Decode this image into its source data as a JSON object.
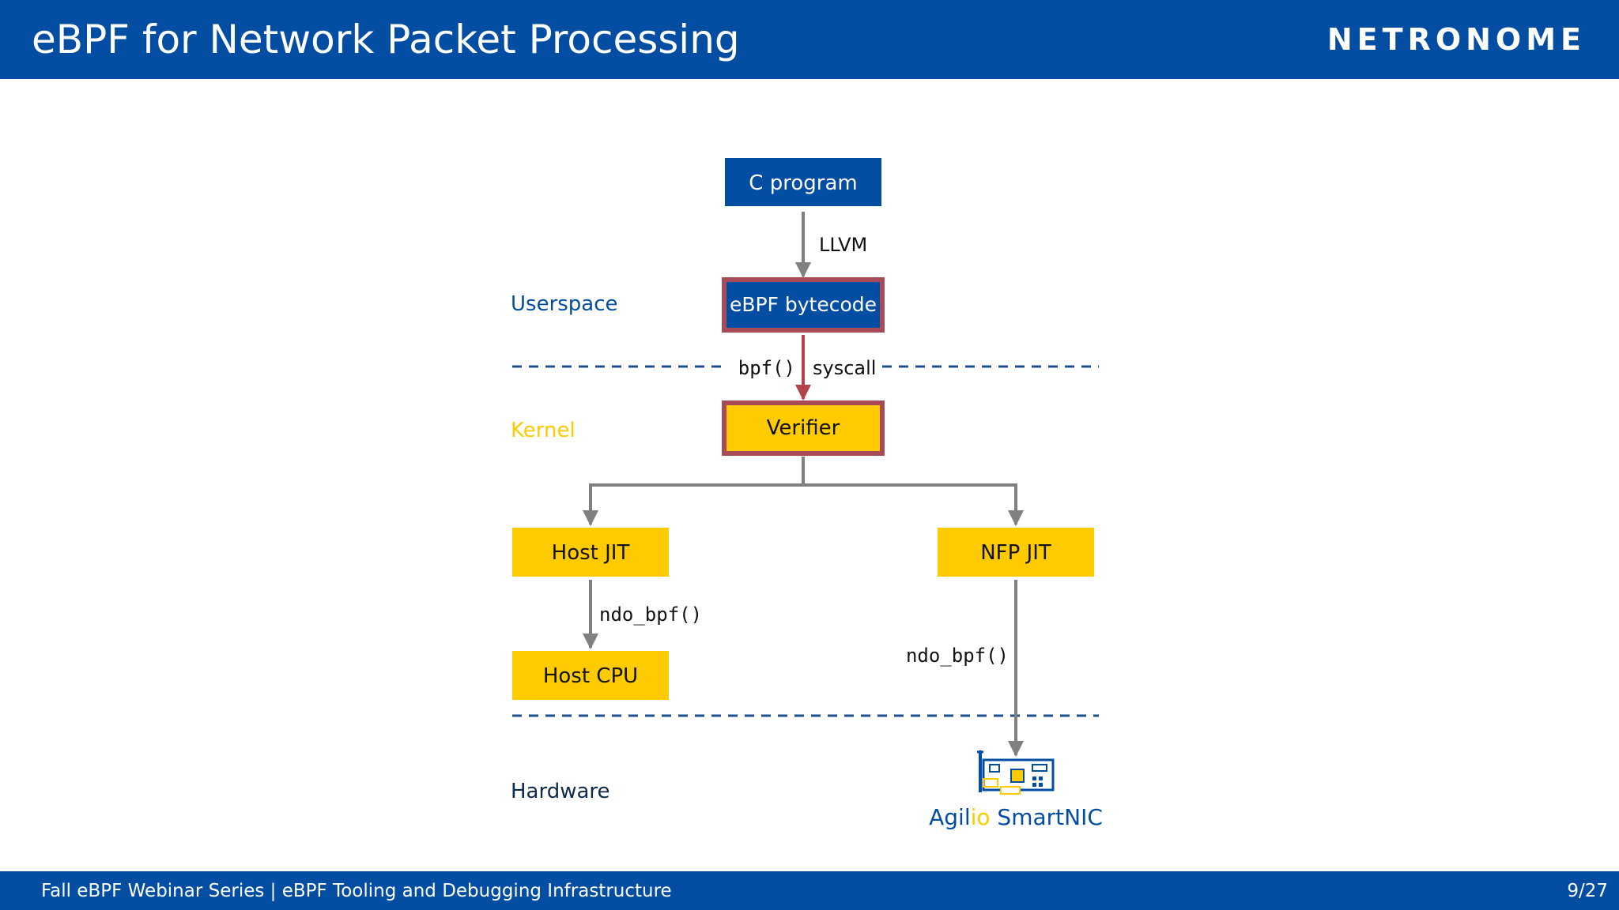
{
  "slide": {
    "title": "eBPF for Network Packet Processing",
    "brand": "NETRONOME",
    "footer": "Fall eBPF Webinar Series | eBPF Tooling and Debugging Infrastructure",
    "page": "9/27"
  },
  "colors": {
    "brand_blue": "#034ea2",
    "yellow": "#fecb00",
    "highlight_border": "#a84a57",
    "arrow_grey": "#808080",
    "arrow_red": "#b5434d",
    "dashed_line": "#1d4f8c"
  },
  "layers": {
    "userspace": "Userspace",
    "kernel": "Kernel",
    "hardware": "Hardware"
  },
  "nodes": {
    "c_program": "C program",
    "ebpf_bytecode": "eBPF bytecode",
    "verifier": "Verifier",
    "host_jit": "Host JIT",
    "nfp_jit": "NFP JIT",
    "host_cpu": "Host CPU"
  },
  "edges": {
    "llvm": "LLVM",
    "bpf_call": "bpf()",
    "syscall": "syscall",
    "ndo_bpf_host": "ndo_bpf()",
    "ndo_bpf_nfp": "ndo_bpf()"
  },
  "hardware": {
    "product_prefix": "Agil",
    "product_accent": "io",
    "product_suffix": " SmartNIC",
    "icon": "network-card-icon"
  }
}
